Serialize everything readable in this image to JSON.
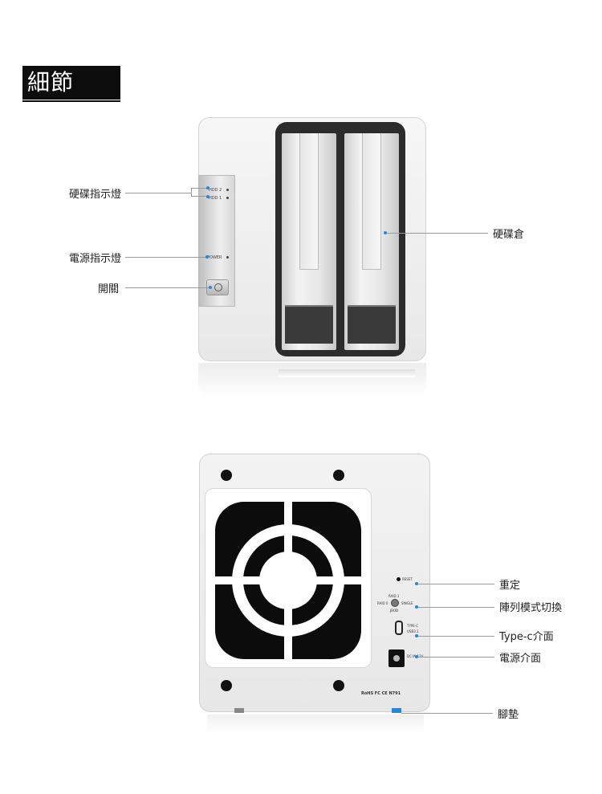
{
  "section_title": "細節",
  "front_labels": {
    "hdd_led": "硬碟指示燈",
    "power_led": "電源指示燈",
    "switch": "開關",
    "drive_bay": "硬碟倉"
  },
  "back_labels": {
    "reset": "重定",
    "raid_mode": "陣列模式切換",
    "typec": "Type-c介面",
    "power_port": "電源介面",
    "feet": "腳墊"
  },
  "device_markings": {
    "hdd2": "HDD 2",
    "hdd1": "HDD 1",
    "power": "POWER",
    "reset": "RESET",
    "raid1": "RAID 1",
    "raid0": "RAID 0",
    "single": "SINGLE",
    "jbod": "JBOD",
    "typec": "TYPE-C",
    "usb": "USB3.1",
    "dc": "DC IN 12V",
    "certs": "RoHS  FC  CE  N791"
  },
  "colors": {
    "accent": "#1e88e5",
    "title_bg": "#0d0d0d"
  }
}
